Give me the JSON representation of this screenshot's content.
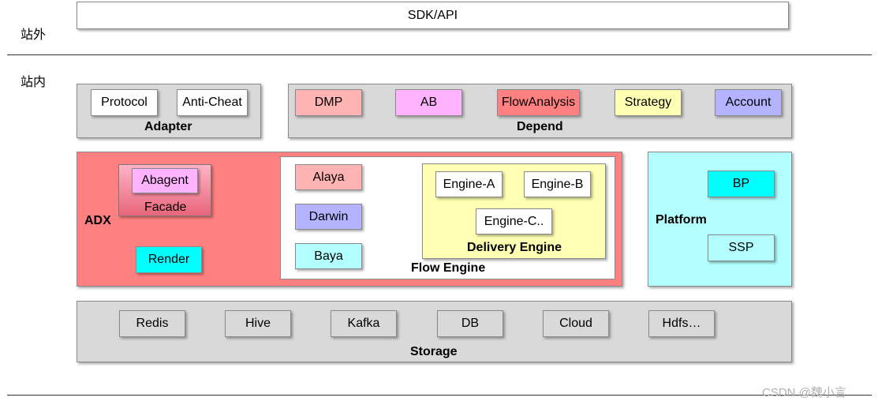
{
  "zones": {
    "outside": "站外",
    "inside": "站内"
  },
  "sdk_api": "SDK/API",
  "adapter": {
    "title": "Adapter",
    "items": [
      "Protocol",
      "Anti-Cheat"
    ]
  },
  "depend": {
    "title": "Depend",
    "items": [
      "DMP",
      "AB",
      "FlowAnalysis",
      "Strategy",
      "Account"
    ]
  },
  "adx": {
    "title": "ADX",
    "facade": "Facade",
    "abagent": "Abagent",
    "render": "Render"
  },
  "flow_engine": {
    "title": "Flow Engine",
    "items": [
      "Alaya",
      "Darwin",
      "Baya"
    ]
  },
  "delivery_engine": {
    "title": "Delivery Engine",
    "items": [
      "Engine-A",
      "Engine-B",
      "Engine-C.."
    ]
  },
  "platform": {
    "title": "Platform",
    "items": [
      "BP",
      "SSP"
    ]
  },
  "storage": {
    "title": "Storage",
    "items": [
      "Redis",
      "Hive",
      "Kafka",
      "DB",
      "Cloud",
      "Hdfs…"
    ]
  },
  "watermark": "CSDN @魏小言",
  "colors": {
    "dmp": "#ffb3b3",
    "ab": "#ffb3ff",
    "flowanalysis": "#ff8080",
    "strategy": "#ffffb3",
    "account": "#b3b3ff",
    "adx": "#ff8080",
    "abagent": "#ffb3ff",
    "cyan": "#00ffff",
    "alaya": "#ffb3b3",
    "darwin": "#b3b3ff",
    "baya": "#b3ffff",
    "delivery": "#ffffb3",
    "platform": "#b3ffff",
    "gray": "#d9d9d9"
  }
}
